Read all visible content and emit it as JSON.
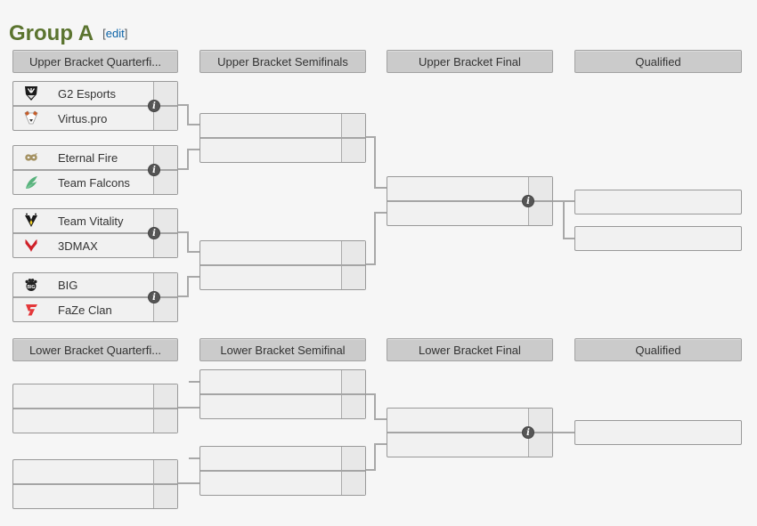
{
  "page": {
    "title": "Group A",
    "edit": {
      "open": "[",
      "label": "edit",
      "close": "]"
    }
  },
  "colors": {
    "title_green": "#5b742f",
    "edit_link_blue": "#0b62a6",
    "header_bg": "#cbcbcb",
    "block_bg": "#f1f1f1",
    "score_bg": "#e8e8e8",
    "block_border": "#999999",
    "connector_line": "#a8a8a8",
    "info_icon_bg": "#555555",
    "g2_logo": "#1a1a1a",
    "virtus_pro_logo": "#c75c28",
    "eternal_fire_logo": "#a39060",
    "team_falcons_logo": "#58b27c",
    "team_vitality_logo": "#1a1a1a",
    "threedmax_logo": "#cf2028",
    "big_logo": "#222222",
    "faze_clan_logo": "#e4383a"
  },
  "icons": {
    "info": "i"
  },
  "upper": {
    "headers": [
      "Upper Bracket Quarterfi...",
      "Upper Bracket Semifinals",
      "Upper Bracket Final",
      "Qualified"
    ],
    "quarterfinals": [
      {
        "top": {
          "name": "G2 Esports",
          "logo": "g2-esports-logo",
          "score": ""
        },
        "bottom": {
          "name": "Virtus.pro",
          "logo": "virtus-pro-logo",
          "score": ""
        }
      },
      {
        "top": {
          "name": "Eternal Fire",
          "logo": "eternal-fire-logo",
          "score": ""
        },
        "bottom": {
          "name": "Team Falcons",
          "logo": "team-falcons-logo",
          "score": ""
        }
      },
      {
        "top": {
          "name": "Team Vitality",
          "logo": "team-vitality-logo",
          "score": ""
        },
        "bottom": {
          "name": "3DMAX",
          "logo": "3dmax-logo",
          "score": ""
        }
      },
      {
        "top": {
          "name": "BIG",
          "logo": "big-logo",
          "score": ""
        },
        "bottom": {
          "name": "FaZe Clan",
          "logo": "faze-clan-logo",
          "score": ""
        }
      }
    ],
    "semifinals": [
      {
        "top": {
          "name": "",
          "score": ""
        },
        "bottom": {
          "name": "",
          "score": ""
        }
      },
      {
        "top": {
          "name": "",
          "score": ""
        },
        "bottom": {
          "name": "",
          "score": ""
        }
      }
    ],
    "final": {
      "top": {
        "name": "",
        "score": ""
      },
      "bottom": {
        "name": "",
        "score": ""
      }
    },
    "qualified_slots": [
      "",
      ""
    ]
  },
  "lower": {
    "headers": [
      "Lower Bracket Quarterfi...",
      "Lower Bracket Semifinal",
      "Lower Bracket Final",
      "Qualified"
    ],
    "quarterfinals": [
      {
        "top": {
          "name": "",
          "score": ""
        },
        "bottom": {
          "name": "",
          "score": ""
        }
      },
      {
        "top": {
          "name": "",
          "score": ""
        },
        "bottom": {
          "name": "",
          "score": ""
        }
      }
    ],
    "semifinals": [
      {
        "top": {
          "name": "",
          "score": ""
        },
        "bottom": {
          "name": "",
          "score": ""
        }
      },
      {
        "top": {
          "name": "",
          "score": ""
        },
        "bottom": {
          "name": "",
          "score": ""
        }
      }
    ],
    "final": {
      "top": {
        "name": "",
        "score": ""
      },
      "bottom": {
        "name": "",
        "score": ""
      }
    },
    "qualified_slots": [
      ""
    ]
  }
}
